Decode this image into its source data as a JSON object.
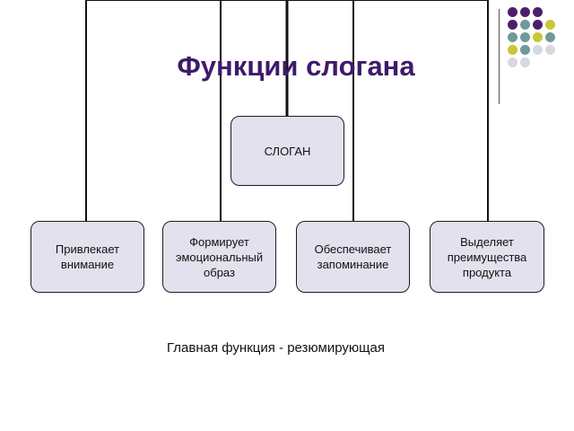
{
  "title": "Функции слогана",
  "center_node": {
    "label": "СЛОГАН"
  },
  "function_nodes": [
    {
      "label": "Привлекает\nвнимание"
    },
    {
      "label": "Формирует\nэмоциональный\nобраз"
    },
    {
      "label": "Обеспечивает\nзапоминание"
    },
    {
      "label": "Выделяет\nпреимущества\nпродукта"
    }
  ],
  "caption": "Главная функция - резюмирующая",
  "colors": {
    "title": "#3f1a6b",
    "box_fill": "#e3e1ee",
    "box_border": "#1c1c1c",
    "dot_purple": "#4b1f6e",
    "dot_teal": "#6e9a9a",
    "dot_yellow": "#c8c832",
    "dot_light": "#d8d8e0"
  },
  "decoration": {
    "dot_grid": [
      [
        "purple",
        "purple",
        "purple",
        "",
        ""
      ],
      [
        "purple",
        "teal",
        "purple",
        "yellow",
        ""
      ],
      [
        "teal",
        "teal",
        "yellow",
        "teal",
        ""
      ],
      [
        "yellow",
        "teal",
        "light",
        "light",
        ""
      ],
      [
        "light",
        "light",
        "",
        "",
        ""
      ]
    ]
  }
}
